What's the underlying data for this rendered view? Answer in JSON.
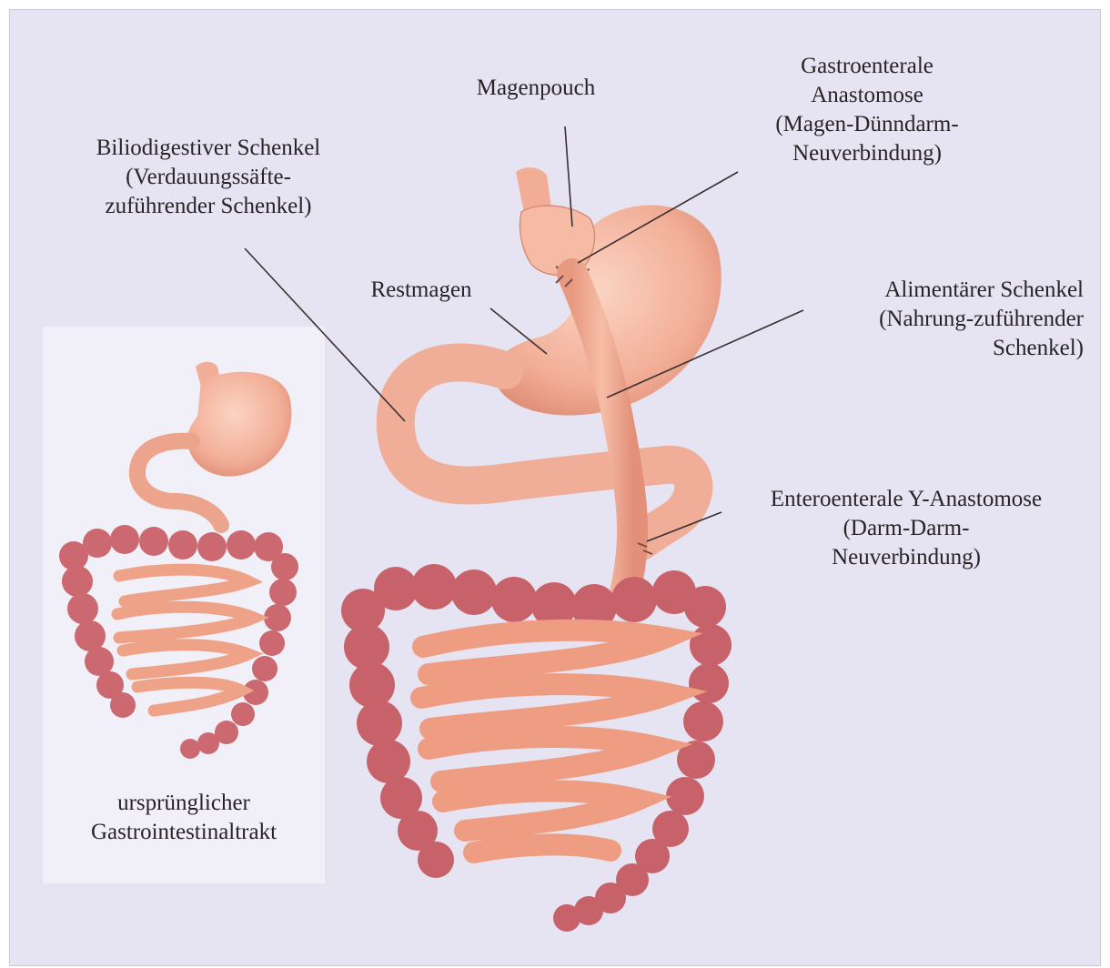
{
  "labels": {
    "magenpouch": [
      "Magenpouch"
    ],
    "gastroenterale": [
      "Gastroenterale",
      "Anastomose",
      "(Magen-Dünndarm-",
      "Neuverbindung)"
    ],
    "biliodigestiver": [
      "Biliodigestiver Schenkel",
      "(Verdauungssäfte-",
      "zuführender Schenkel)"
    ],
    "restmagen": [
      "Restmagen"
    ],
    "alimentaerer": [
      "Alimentärer Schenkel",
      "(Nahrung-zuführender",
      "Schenkel)"
    ],
    "enteroenterale": [
      "Enteroenterale Y-Anastomose",
      "(Darm-Darm-",
      "Neuverbindung)"
    ],
    "original_tract": [
      "ursprünglicher",
      "Gastrointestinaltrakt"
    ]
  },
  "colors": {
    "background": "#e6e4f2",
    "stomach": "#f2b19b",
    "intestine": "#ee9f85",
    "colon": "#c8626a",
    "text": "#2a2326"
  }
}
